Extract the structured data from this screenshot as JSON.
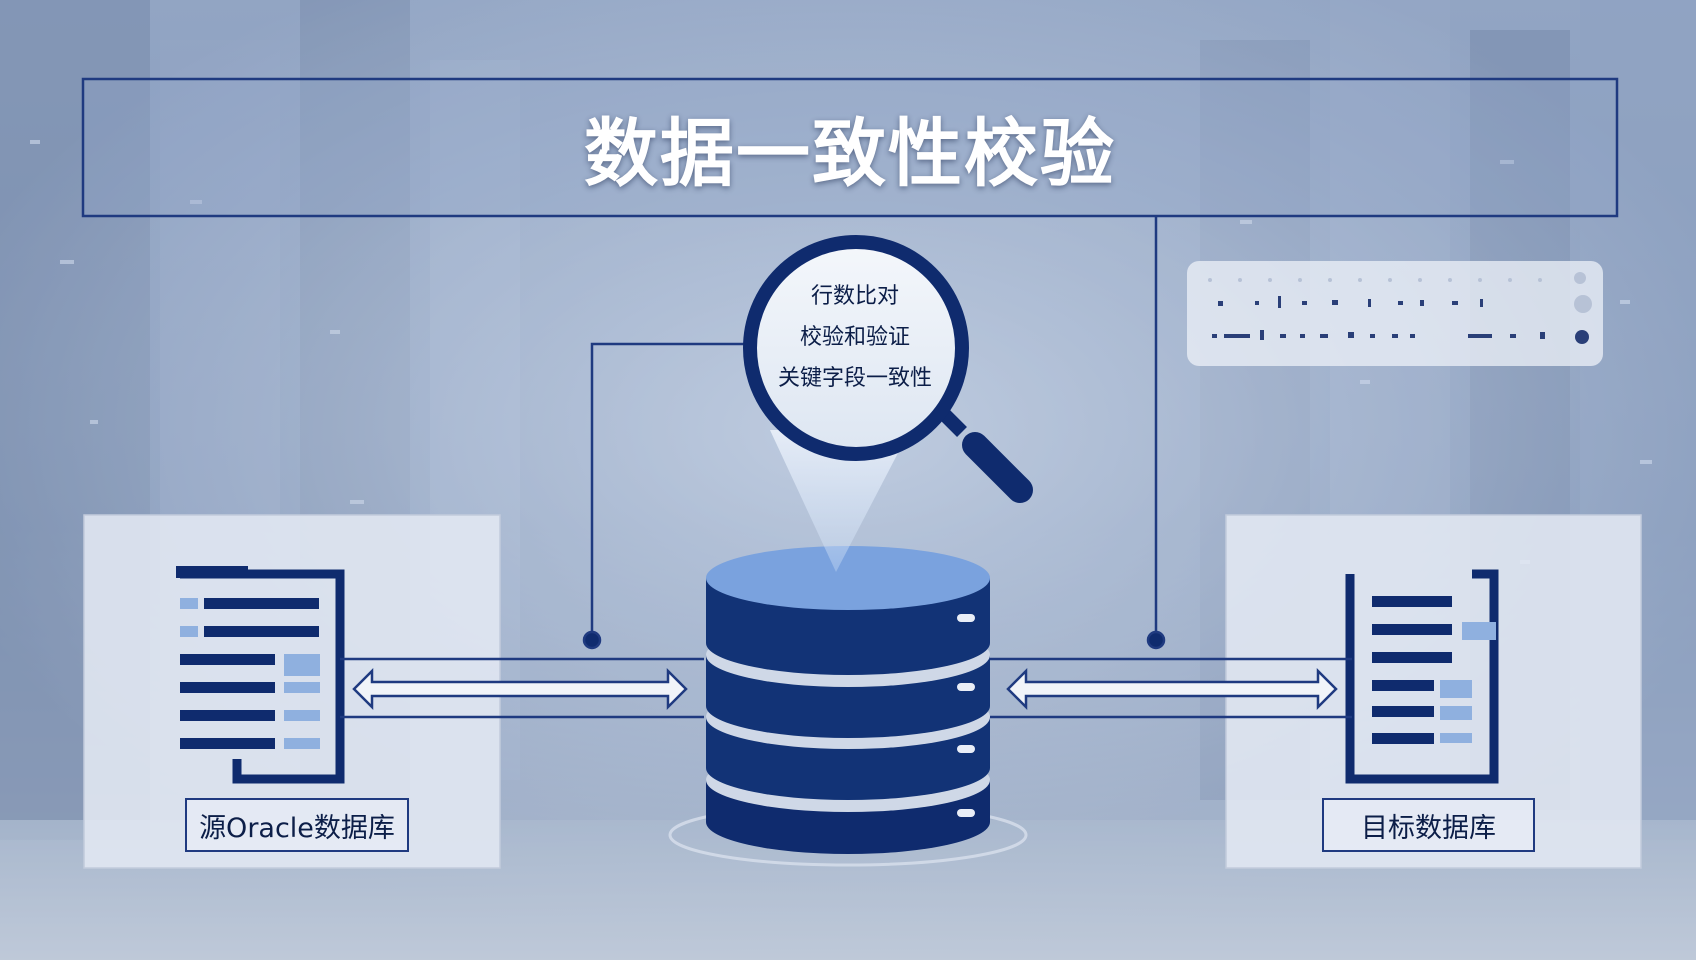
{
  "title": "数据一致性校验",
  "magnifier": {
    "lines": [
      "行数比对",
      "校验和验证",
      "关键字段一致性"
    ]
  },
  "source": {
    "label": "源Oracle数据库"
  },
  "target": {
    "label": "目标数据库"
  },
  "colors": {
    "navy": "#0f2b6e",
    "line": "#1f3a80",
    "panel": "#e2e8f2",
    "db_top": "#7aa2de"
  },
  "icons": [
    "magnifier-icon",
    "database-cylinder-icon",
    "source-document-icon",
    "target-document-icon",
    "double-arrow-icon",
    "status-card"
  ]
}
